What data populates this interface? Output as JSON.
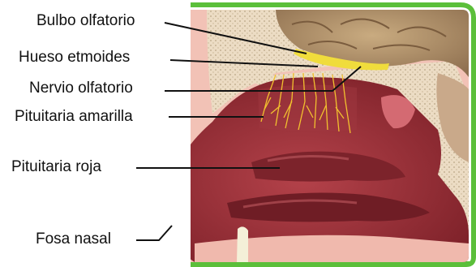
{
  "labels": {
    "bulbo": "Bulbo olfatorio",
    "hueso": "Hueso etmoides",
    "nervio": "Nervio olfatorio",
    "amarilla": "Pituitaria amarilla",
    "roja": "Pituitaria roja",
    "fosa": "Fosa nasal"
  },
  "colors": {
    "frame_green": "#5bbf3a",
    "skin": "#f2c2b6",
    "bone": "#eadcc6",
    "brain": "#b8986f",
    "cavity": "#9a2f35",
    "turbinate": "#8a2730",
    "yellow": "#f0dc3c",
    "nerve": "#f2c12e"
  }
}
